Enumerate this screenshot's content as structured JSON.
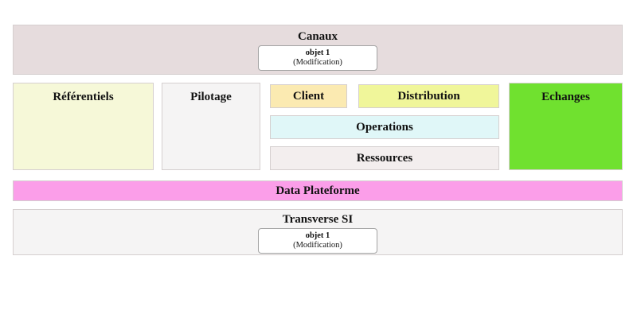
{
  "page": {
    "background": "#ffffff",
    "text_color": "#111111",
    "zone_border_color": "#d5cfcf",
    "card_border_color": "#a3a3a3"
  },
  "sections": {
    "canaux": {
      "label": "Canaux",
      "bg": "#e6dcdd",
      "object": {
        "title": "objet 1",
        "subtitle": "(Modification)"
      }
    },
    "referentiels": {
      "label": "Référentiels",
      "bg": "#f6f8d8"
    },
    "pilotage": {
      "label": "Pilotage",
      "bg": "#f5f4f4"
    },
    "client": {
      "label": "Client",
      "bg": "#fbeab1"
    },
    "distribution": {
      "label": "Distribution",
      "bg": "#f0f69a"
    },
    "operations": {
      "label": "Operations",
      "bg": "#e0f7f8"
    },
    "ressources": {
      "label": "Ressources",
      "bg": "#f3eeee"
    },
    "echanges": {
      "label": "Echanges",
      "bg": "#70e12f"
    },
    "data_plateforme": {
      "label": "Data Plateforme",
      "bg": "#fb9ee9"
    },
    "transverse_si": {
      "label": "Transverse SI",
      "bg": "#f5f4f4",
      "object": {
        "title": "objet 1",
        "subtitle": "(Modification)"
      }
    }
  }
}
